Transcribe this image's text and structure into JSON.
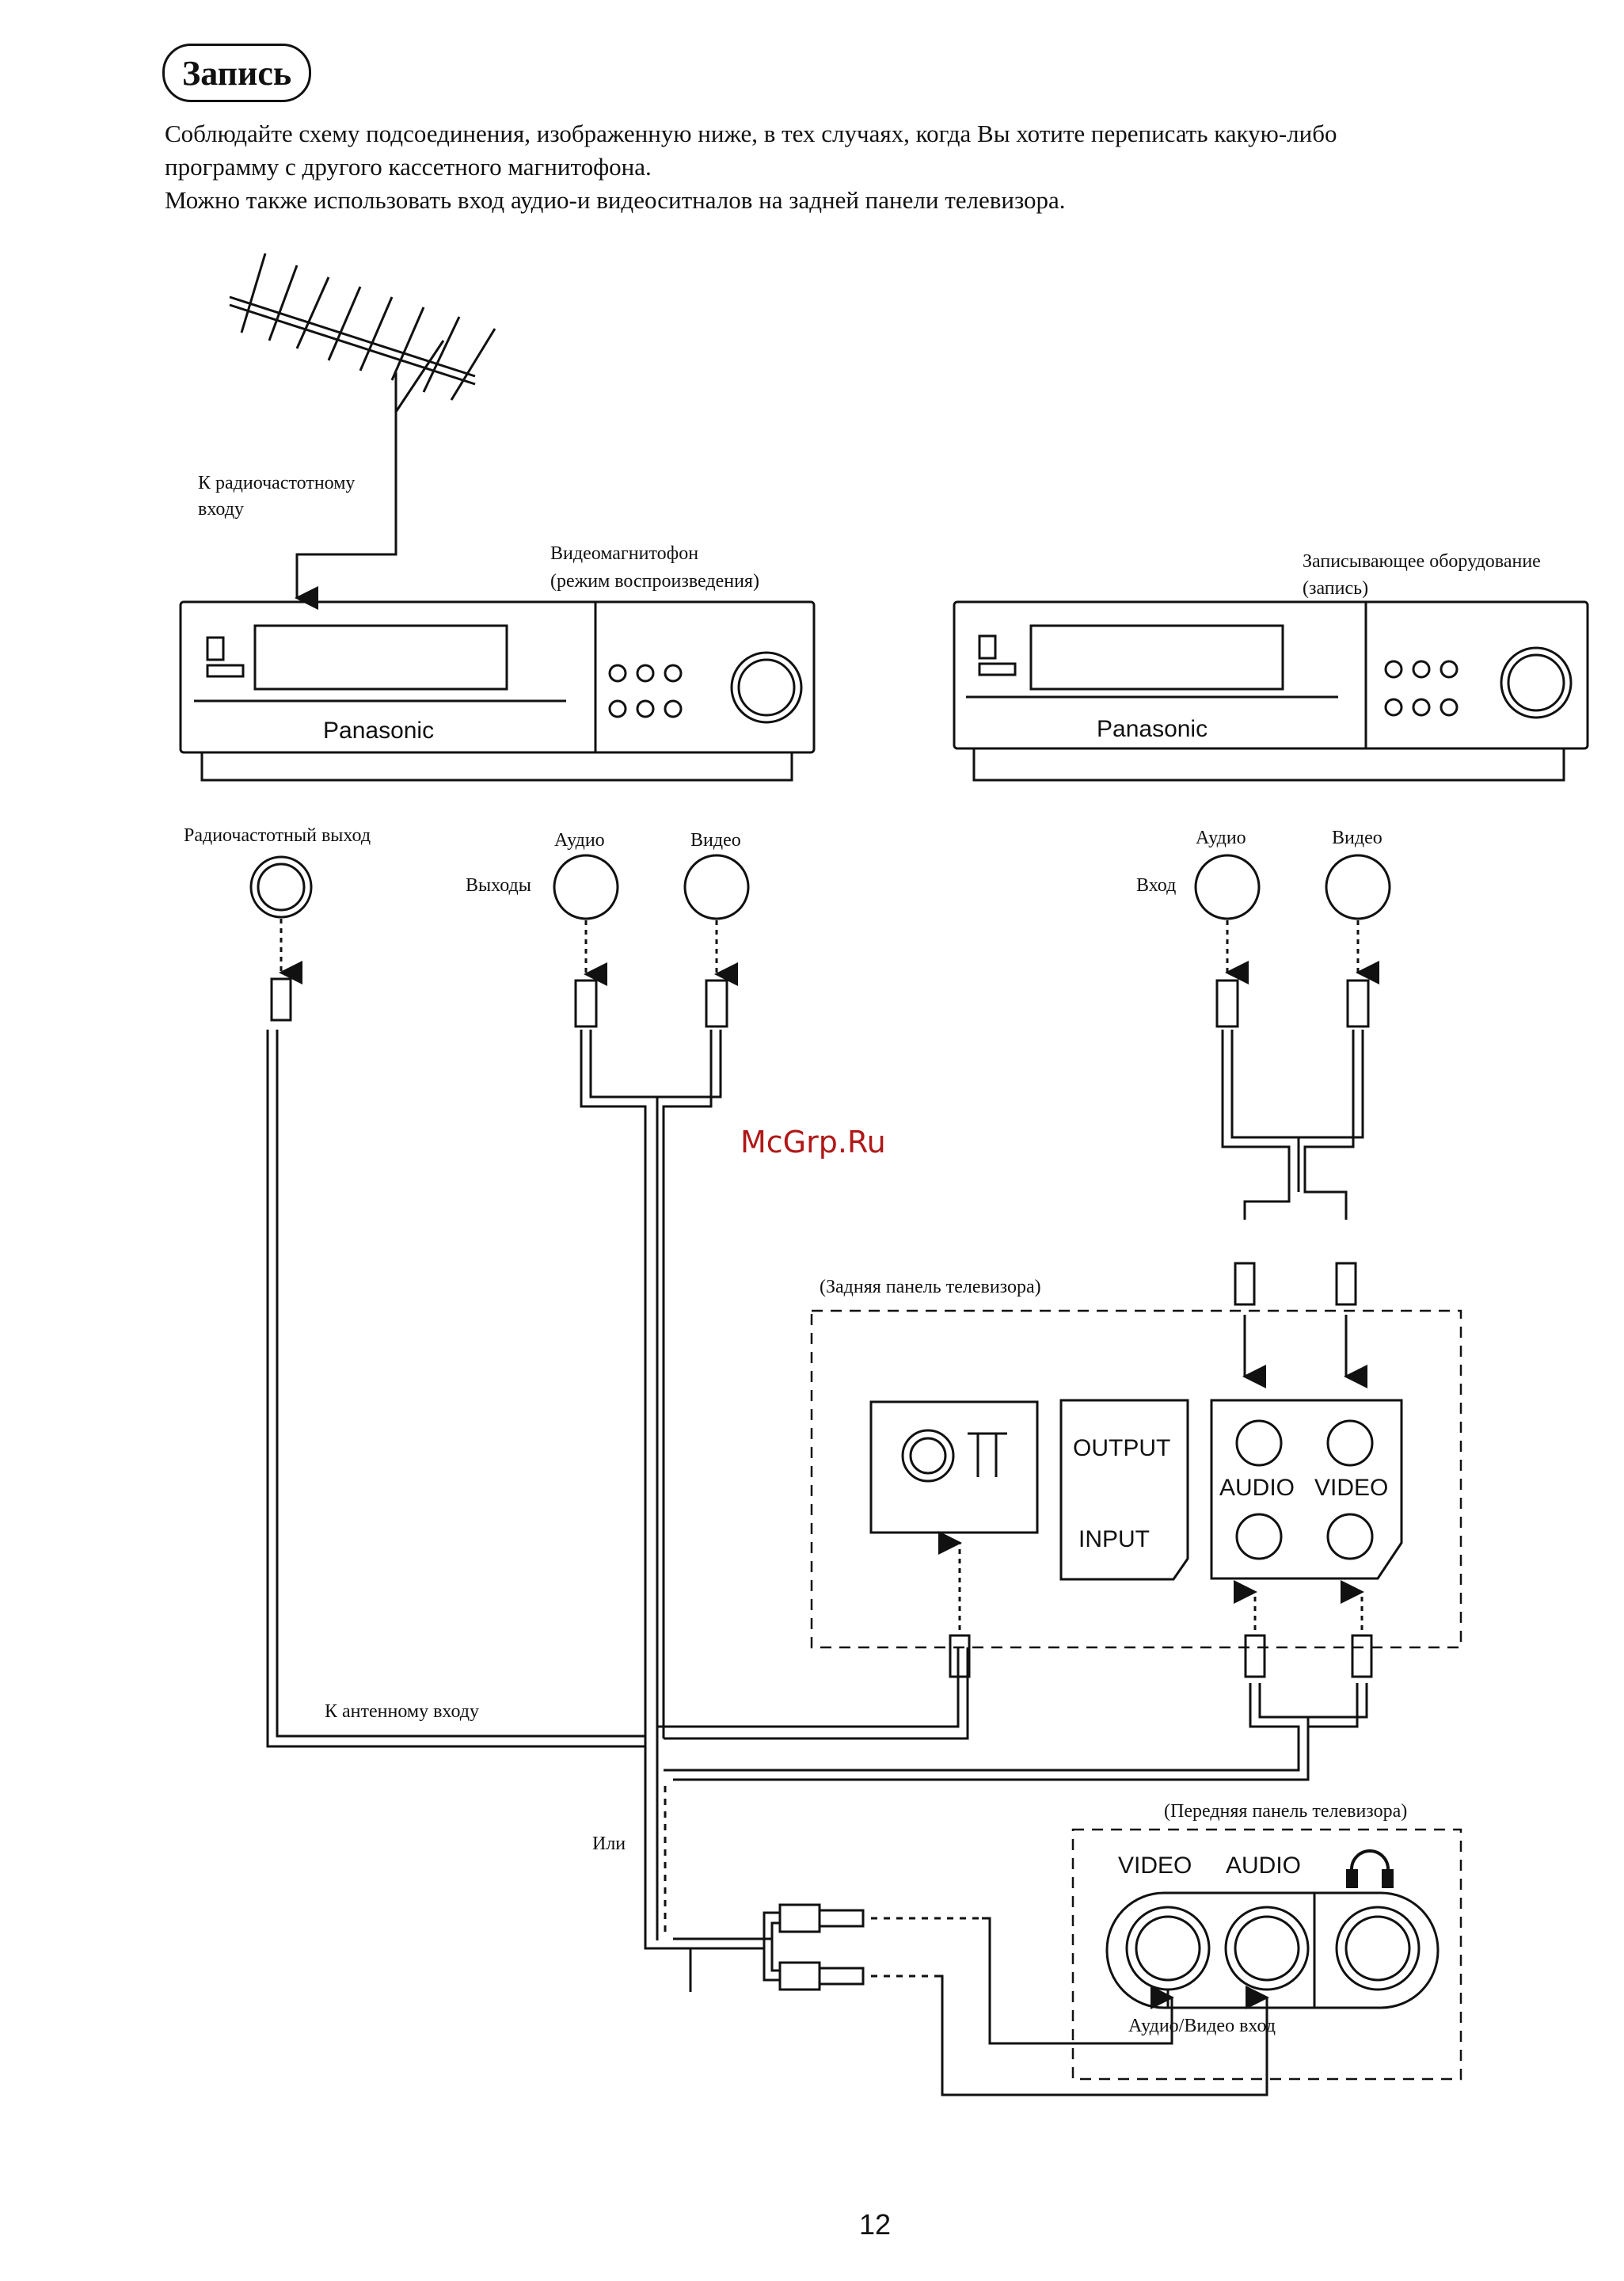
{
  "title": "Запись",
  "intro": {
    "line1": "Соблюдайте схему подсоединения, изображенную ниже, в тех случаях, когда Вы хотите переписать какую-либо",
    "line2": "программу с другого кассетного магнитофона.",
    "line3": "Можно также использовать вход аудио-и видеоситналов на задней панели телевизора."
  },
  "labels": {
    "rf_input_1": "К радиочастотному",
    "rf_input_2": "входу",
    "vcr_play_1": "Видеомагнитофон",
    "vcr_play_2": "(режим воспроизведения)",
    "rec_equip_1": "Записывающее оборудование",
    "rec_equip_2": "(запись)",
    "brand": "Panasonic",
    "rf_output": "Радиочастотный выход",
    "audio": "Аудио",
    "video": "Видео",
    "outputs": "Выходы",
    "input": "Вход",
    "tv_rear": "(Задняя панель телевизора)",
    "output_en": "OUTPUT",
    "input_en": "INPUT",
    "audio_en": "AUDIO",
    "video_en": "VIDEO",
    "antenna_input": "К антенному входу",
    "or": "Или",
    "tv_front": "(Передняя панель телевизора)",
    "av_input": "Аудио/Видео вход",
    "watermark": "McGrp.Ru"
  },
  "page_number": "12"
}
